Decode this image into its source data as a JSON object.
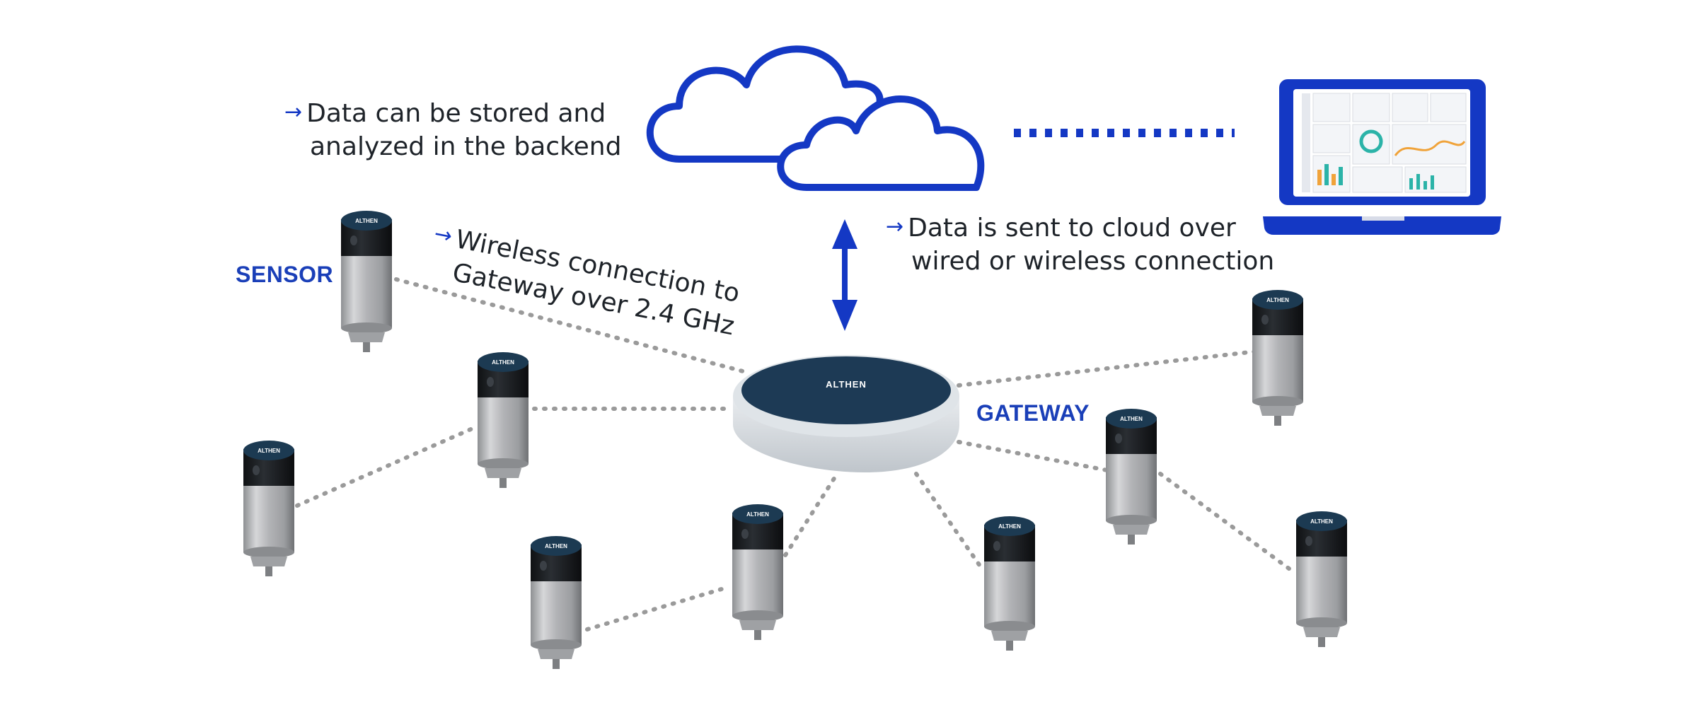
{
  "colors": {
    "accent_blue": "#1438c4",
    "label_blue": "#1a3fb8",
    "text_dark": "#1e2329",
    "link_dots": "#9a9a9a",
    "gateway_top": "#1d3a55",
    "gateway_body": "#d8dde1",
    "sensor_body": "#b8b9bb",
    "sensor_cap": "#1c1f22"
  },
  "notes": {
    "backend": {
      "line1": "Data can be stored and",
      "line2": "analyzed in the backend"
    },
    "wireless": {
      "line1": "Wireless connection to",
      "line2": "Gateway over 2.4 GHz"
    },
    "cloud": {
      "line1": "Data is sent to cloud over",
      "line2": "wired or wireless connection"
    }
  },
  "labels": {
    "sensor": "SENSOR",
    "gateway": "GATEWAY"
  },
  "devices": {
    "gateway_brand": "ALTHEN",
    "sensor_brand": "ALTHEN"
  },
  "icons": {
    "cloud": "cloud-icon",
    "laptop": "laptop-dashboard-icon",
    "arrow": "arrow-right-icon",
    "bidirectional": "double-arrow-icon",
    "sensor": "vibration-sensor-icon",
    "gateway": "gateway-hub-icon"
  }
}
